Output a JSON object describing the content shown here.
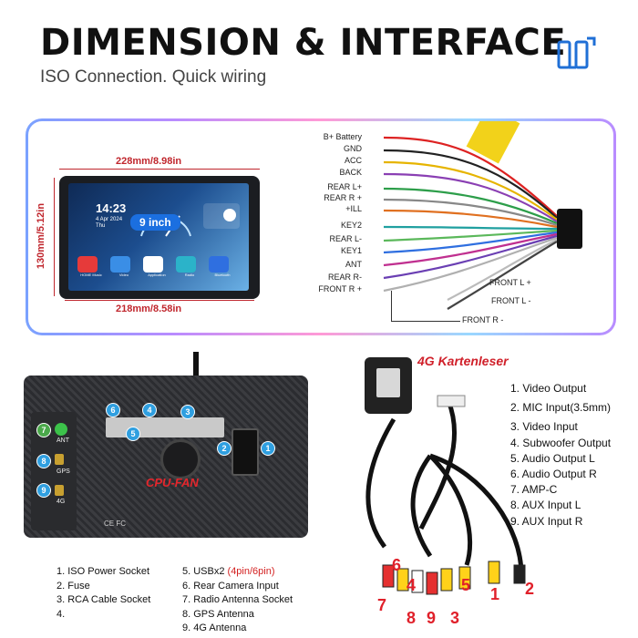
{
  "header": {
    "title": "DIMENSION & INTERFACE",
    "subtitle": "ISO Connection. Quick wiring",
    "logo_icon": "connection-flow-icon"
  },
  "device": {
    "width_label": "228mm/8.98in",
    "height_label": "130mm/5.12in",
    "bottom_label": "218mm/8.58in",
    "screen_size_badge": "9 inch",
    "clock": "14:23",
    "date": "4 Apr 2024",
    "day": "Thu",
    "apps": [
      {
        "label": "HOME Music",
        "icon": "music-icon"
      },
      {
        "label": "Video",
        "icon": "video-icon"
      },
      {
        "label": "Application",
        "icon": "apps-icon"
      },
      {
        "label": "Radio",
        "icon": "radio-icon"
      },
      {
        "label": "Bluetooth",
        "icon": "bluetooth-icon"
      }
    ]
  },
  "wiring": {
    "left_labels": [
      "B+ Battery",
      "GND",
      "ACC",
      "BACK",
      "REAR L+",
      "REAR R +",
      "+ILL",
      "KEY2",
      "REAR L-",
      "KEY1",
      "ANT",
      "REAR R-",
      "FRONT R +"
    ],
    "right_labels": [
      "FRONT L +",
      "FRONT L -",
      "FRONT R -"
    ]
  },
  "back_panel": {
    "cpu_fan": "CPU-FAN",
    "port_labels": [
      "ANT",
      "GPS",
      "4G"
    ],
    "badges": [
      "1",
      "2",
      "3",
      "4",
      "5",
      "6",
      "7",
      "8",
      "9"
    ],
    "certification": "CE FC"
  },
  "legend": {
    "col1": [
      "1. ISO Power Socket",
      "2. Fuse",
      "3. RCA Cable Socket",
      "4."
    ],
    "col2": [
      {
        "text": "5. USBx2 ",
        "highlight": "(4pin/6pin)"
      },
      {
        "text": "6. Rear Camera Input",
        "highlight": ""
      },
      {
        "text": "7. Radio Antenna Socket",
        "highlight": ""
      },
      {
        "text": "8. GPS Antenna",
        "highlight": ""
      },
      {
        "text": "9. 4G Antenna",
        "highlight": ""
      }
    ]
  },
  "card_reader_title": "4G Kartenleser",
  "outputs": [
    "1. Video Output",
    "2. MIC Input(3.5mm)",
    "3. Video Input",
    "4. Subwoofer Output",
    "5. Audio Output L",
    "6. Audio Output  R",
    "7. AMP-C",
    "8. AUX Input L",
    "9. AUX Input R"
  ],
  "rca_numbers": [
    "6",
    "4",
    "5",
    "1",
    "2",
    "7",
    "8",
    "9",
    "3"
  ],
  "colors": {
    "accent_red": "#d0202a",
    "badge_blue": "#2f9fe0",
    "badge_green": "#4aa84a"
  }
}
